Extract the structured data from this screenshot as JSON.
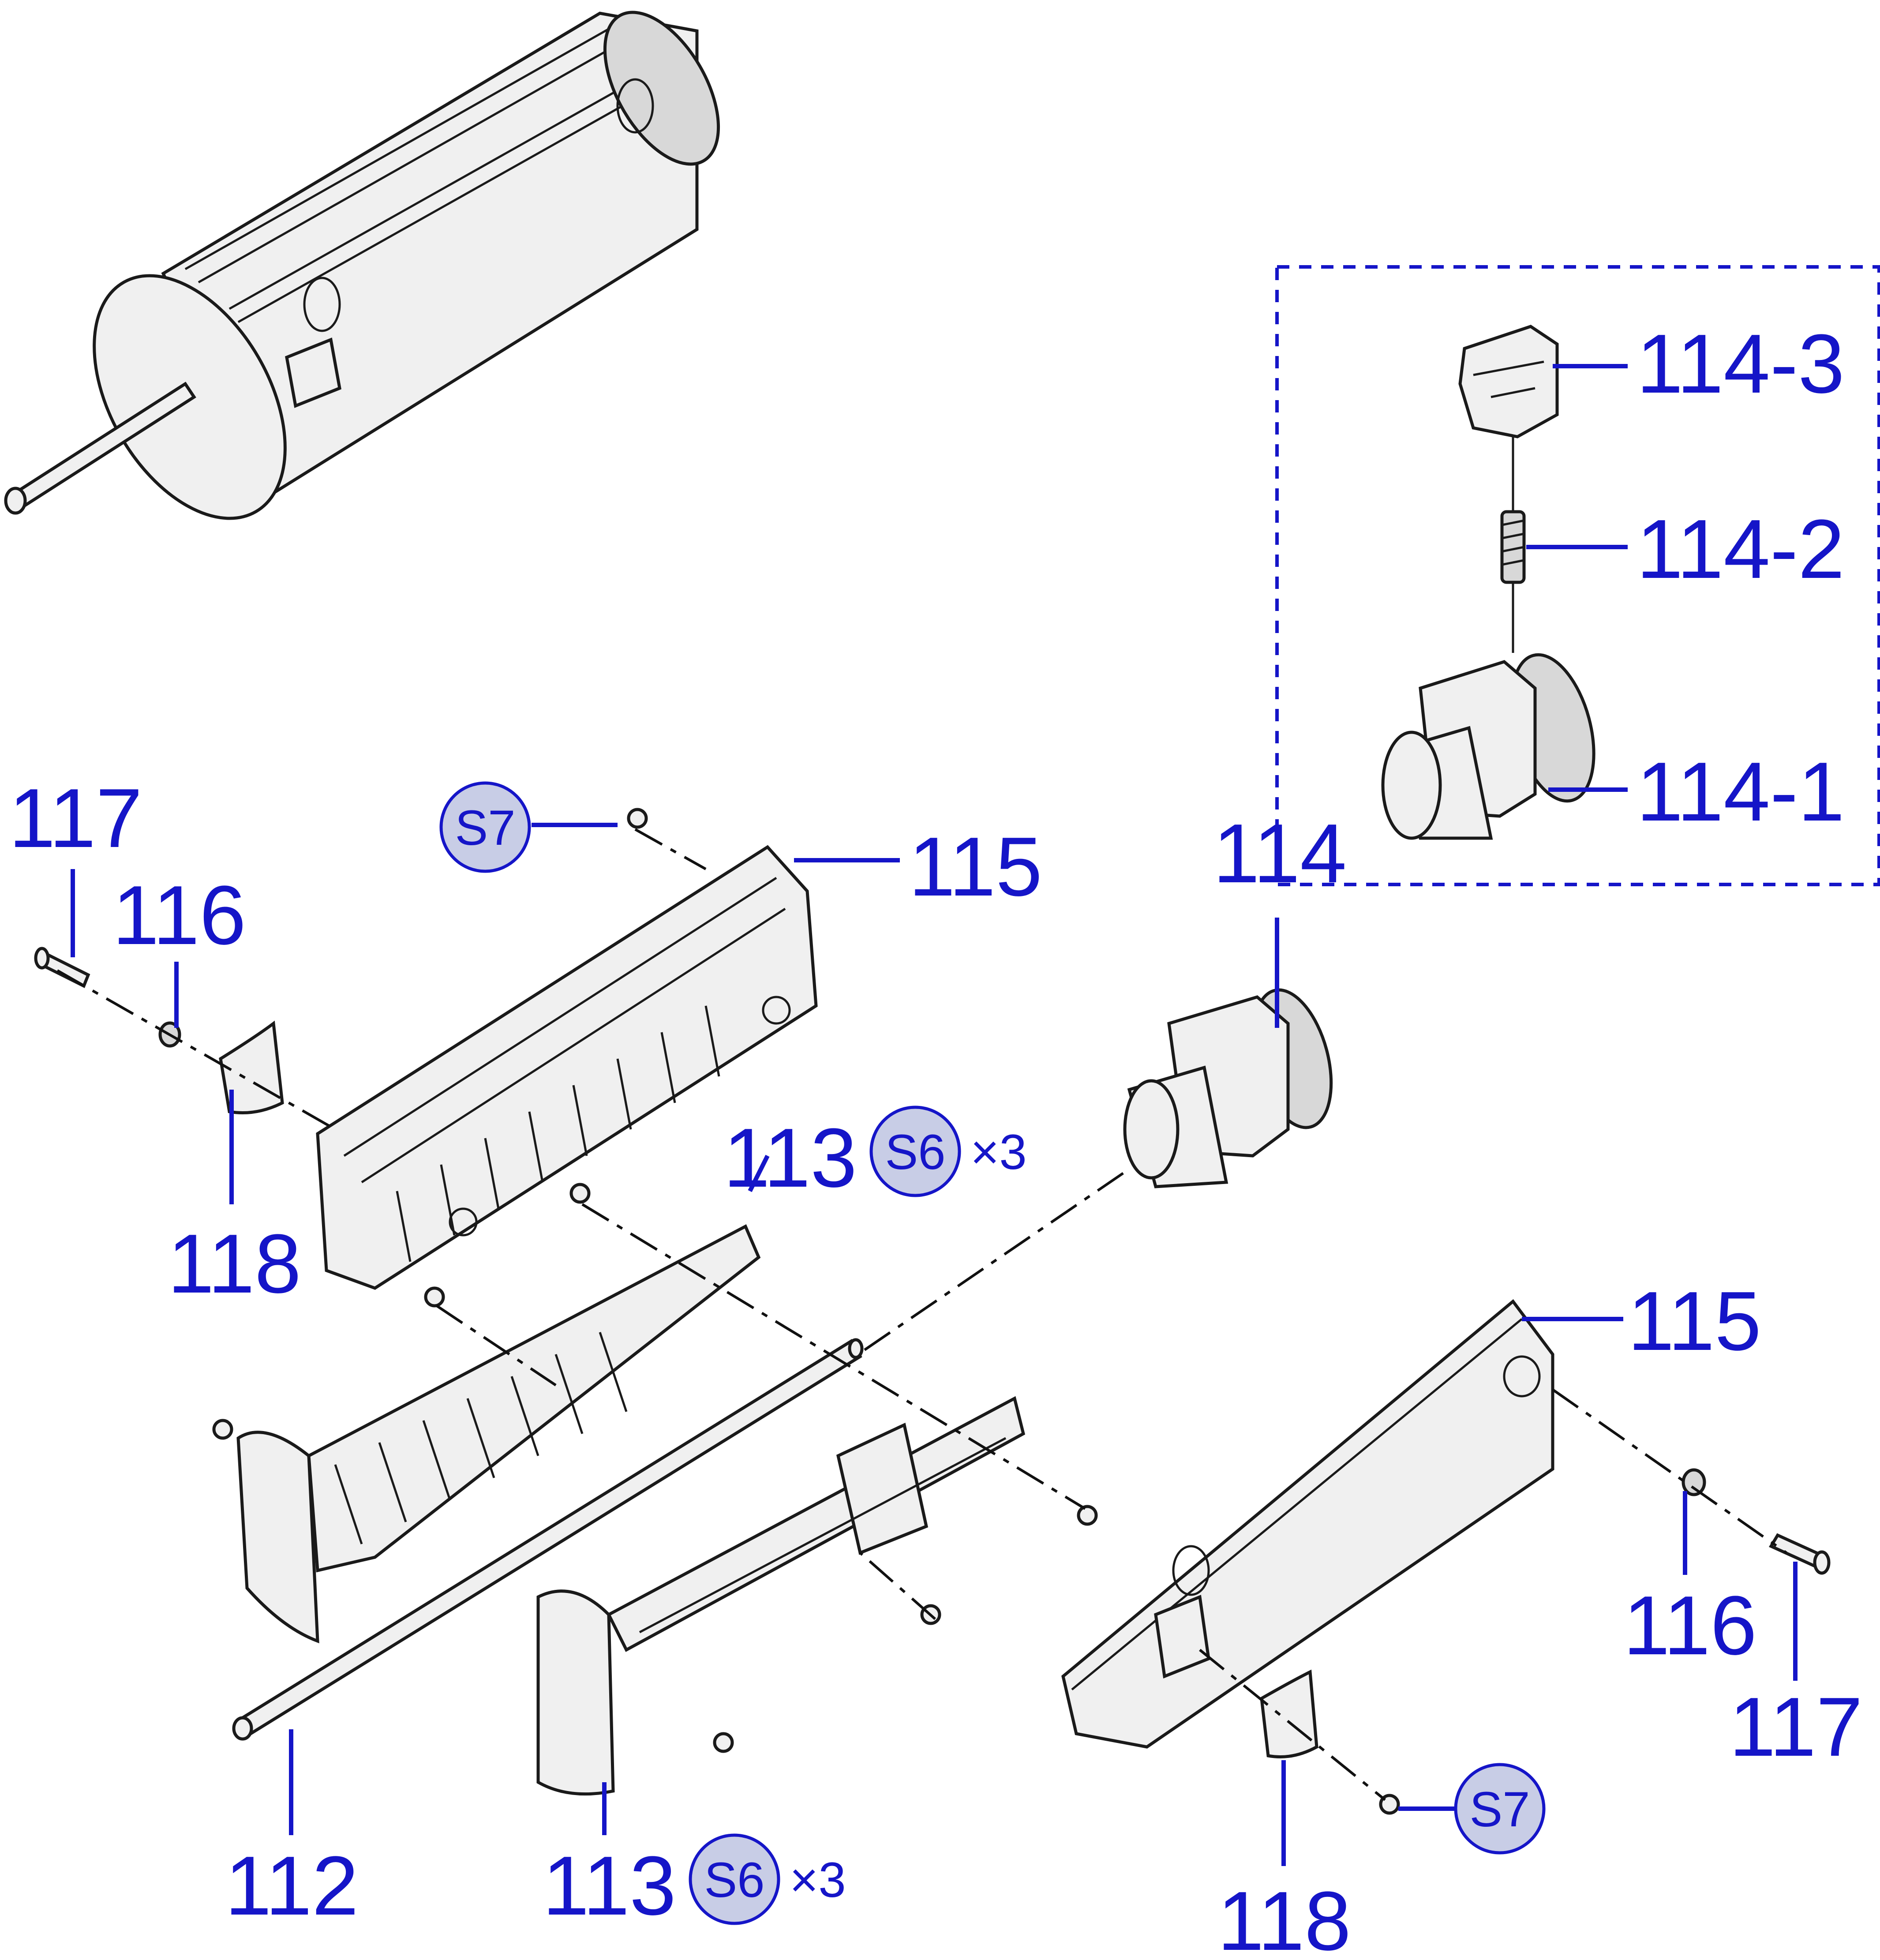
{
  "callouts": {
    "c112": "112",
    "c113_top": "113",
    "c113_bottom": "113",
    "c114": "114",
    "c114_1": "114-1",
    "c114_2": "114-2",
    "c114_3": "114-3",
    "c115_top": "115",
    "c115_right": "115",
    "c116_left": "116",
    "c116_right": "116",
    "c117_left": "117",
    "c117_right": "117",
    "c118_left": "118",
    "c118_right": "118"
  },
  "badges": {
    "s6_top": "S6",
    "s6_bottom": "S6",
    "s7_top": "S7",
    "s7_bottom": "S7"
  },
  "multipliers": {
    "s6_top": "×3",
    "s6_bottom": "×3"
  },
  "colors": {
    "label_blue": "#1515c8",
    "badge_fill": "#c8cde6",
    "line_art": "#1a1a1a"
  }
}
